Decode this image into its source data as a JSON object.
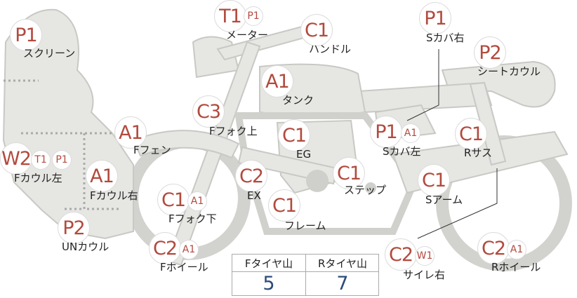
{
  "callouts": [
    {
      "id": "screen",
      "grade": "P1",
      "label": "スクリーン"
    },
    {
      "id": "meter",
      "grade": "T1",
      "sub": "P1",
      "label": "メーター"
    },
    {
      "id": "handle",
      "grade": "C1",
      "label": "ハンドル"
    },
    {
      "id": "side-cover-r",
      "grade": "P1",
      "label": "Sカバ右"
    },
    {
      "id": "seat-cowl",
      "grade": "P2",
      "label": "シートカウル"
    },
    {
      "id": "tank",
      "grade": "A1",
      "label": "タンク"
    },
    {
      "id": "fork-upper",
      "grade": "C3",
      "label": "Fフォク上"
    },
    {
      "id": "front-fender",
      "grade": "A1",
      "label": "Fフェン"
    },
    {
      "id": "engine",
      "grade": "C1",
      "label": "EG"
    },
    {
      "id": "side-cover-l",
      "grade": "P1",
      "sub": "A1",
      "label": "Sカバ左"
    },
    {
      "id": "rear-sus",
      "grade": "C1",
      "label": "Rサス"
    },
    {
      "id": "cowl-l",
      "grade": "W2",
      "sub": "T1",
      "sub2": "P1",
      "label": "Fカウル左"
    },
    {
      "id": "cowl-r",
      "grade": "A1",
      "label": "Fカウル右"
    },
    {
      "id": "exhaust",
      "grade": "C2",
      "label": "EX"
    },
    {
      "id": "step",
      "grade": "C1",
      "label": "ステップ"
    },
    {
      "id": "swingarm",
      "grade": "C1",
      "label": "Sアーム"
    },
    {
      "id": "fork-lower",
      "grade": "C1",
      "sub": "A1",
      "label": "Fフォク下"
    },
    {
      "id": "frame",
      "grade": "C1",
      "label": "フレーム"
    },
    {
      "id": "under-cowl",
      "grade": "P2",
      "label": "UNカウル"
    },
    {
      "id": "front-wheel",
      "grade": "C2",
      "sub": "A1",
      "label": "Fホイール"
    },
    {
      "id": "silencer-r",
      "grade": "C2",
      "sub": "W1",
      "label": "サイレ右"
    },
    {
      "id": "rear-wheel",
      "grade": "C2",
      "sub": "A1",
      "label": "Rホイール"
    }
  ],
  "tread": {
    "front_label": "Fタイヤ山",
    "front_value": "5",
    "rear_label": "Rタイヤ山",
    "rear_value": "7"
  },
  "colors": {
    "grade": "#b24a3e",
    "tread_value": "#2b4a7a",
    "part_fill": "#e6e6e3",
    "part_stroke": "#c8c8c4"
  }
}
